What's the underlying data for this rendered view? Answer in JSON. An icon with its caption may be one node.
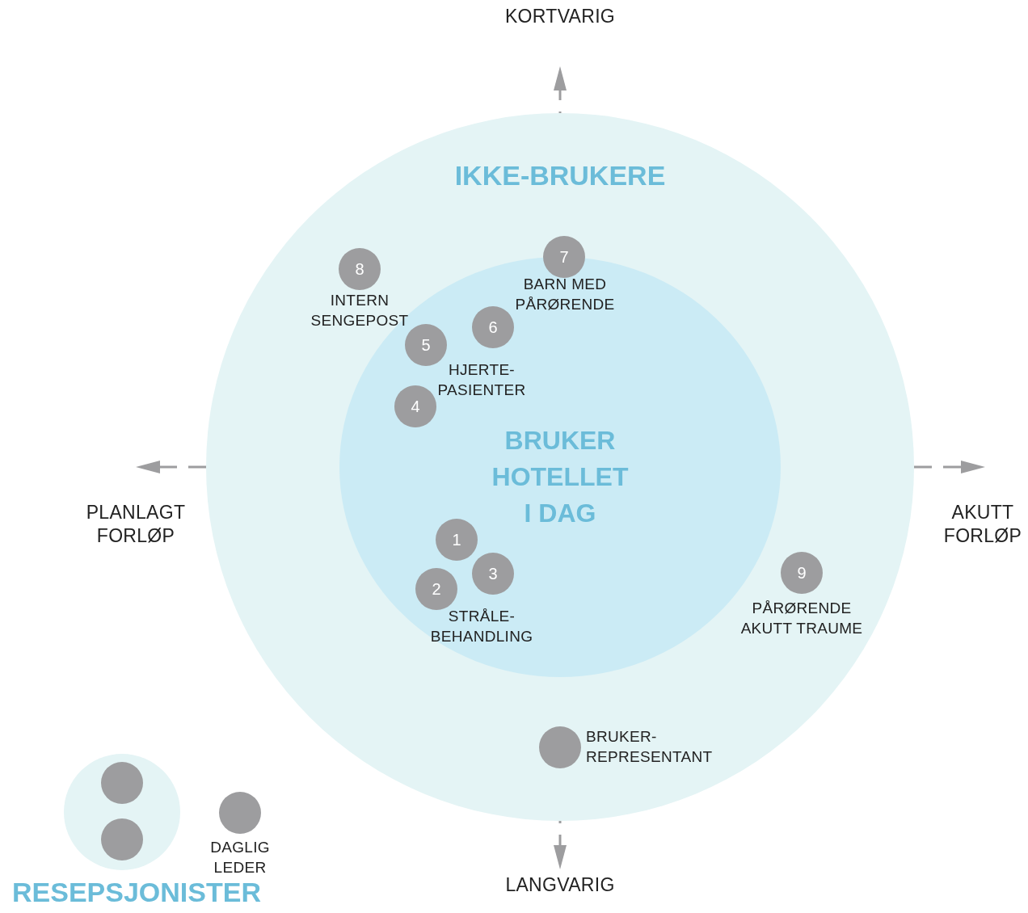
{
  "diagram": {
    "nodes": [
      {
        "text": [
          "IKKE-BRUKERE"
        ]
      },
      {
        "text": [
          "8"
        ],
        "in": 0,
        "beside": [
          "INTERN SENGEPOST"
        ]
      },
      {
        "text": [
          "7"
        ],
        "in": 0,
        "beside": [
          "BARN MED PÅRØRENDE"
        ]
      },
      {
        "text": [
          "BRUKER HOTELLET I DAG"
        ],
        "in": 0
      },
      {
        "text": [
          "6"
        ],
        "in": 3
      },
      {
        "text": [
          "5"
        ],
        "in": 3
      },
      {
        "text": [
          "4"
        ],
        "in": 3
      },
      {
        "text": [
          "1"
        ],
        "in": 3
      },
      {
        "text": [
          "3"
        ],
        "in": 3
      },
      {
        "text": [
          "2"
        ],
        "in": 3
      },
      {
        "text": [
          "9"
        ],
        "in": 0,
        "beside": [
          "PÅRØRENDE AKUTT TRAUME"
        ]
      },
      {
        "text": [],
        "shape": "circle",
        "in": 0,
        "beside": [
          "BRUKER- REPRESENTANT"
        ]
      },
      {
        "text": [
          "RESEPSJONISTER"
        ]
      },
      {
        "text": [],
        "shape": "circle",
        "in": 12
      },
      {
        "text": [],
        "shape": "circle",
        "in": 12
      },
      {
        "text": [],
        "shape": "circle",
        "beside": [
          "DAGLIG LEDER"
        ]
      }
    ],
    "edges": [],
    "labels": [
      "KORTVARIG",
      "HJERTE- PASIENTER",
      "PLANLAGT FORLØP",
      "AKUTT FORLØP",
      "STRÅLE- BEHANDLING",
      "LANGVARIG"
    ]
  }
}
